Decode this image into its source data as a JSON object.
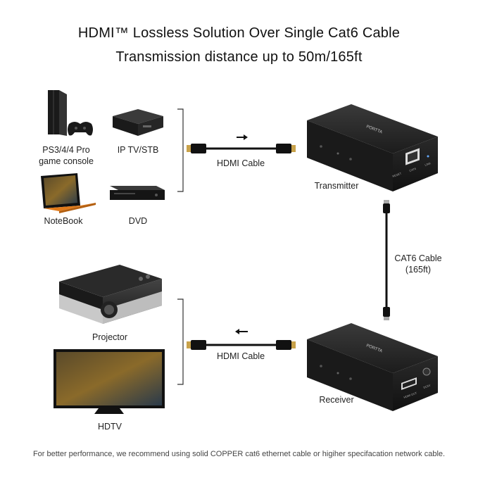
{
  "title_line1": "HDMI™ Lossless Solution Over Single Cat6 Cable",
  "title_line2": "Transmission distance up to 50m/165ft",
  "sources": [
    {
      "label": "PS3/4/4 Pro\ngame console",
      "icon": "game-console-icon"
    },
    {
      "label": "IP TV/STB",
      "icon": "set-top-box-icon"
    },
    {
      "label": "NoteBook",
      "icon": "notebook-icon"
    },
    {
      "label": "DVD",
      "icon": "dvd-player-icon"
    }
  ],
  "displays": [
    {
      "label": "Projector",
      "icon": "projector-icon"
    },
    {
      "label": "HDTV",
      "icon": "hdtv-icon"
    }
  ],
  "hdmi_cable_top": "HDMI Cable",
  "hdmi_cable_bottom": "HDMI Cable",
  "transmitter": {
    "label": "Transmitter",
    "brand": "PORTTA",
    "port_labels": [
      "RESET",
      "CAT6",
      "LINK"
    ]
  },
  "receiver": {
    "label": "Receiver",
    "brand": "PORTTA",
    "port_labels": [
      "HDMI OUT",
      "DC5V"
    ]
  },
  "cat6_cable": {
    "line1": "CAT6 Cable",
    "line2": "(165ft)"
  },
  "footnote": "For better performance, we recommend using solid COPPER cat6 ethernet cable or higiher specifacation network cable.",
  "colors": {
    "device": "#222222",
    "accent": "#e07a1a",
    "text": "#222222"
  }
}
